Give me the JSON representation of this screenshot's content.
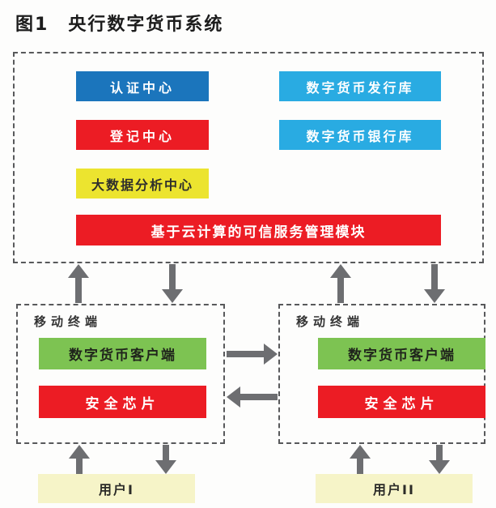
{
  "title": {
    "figure_label": "图1",
    "text": "央行数字货币系统"
  },
  "colors": {
    "dark_blue": "#1b75bc",
    "light_blue": "#29abe2",
    "red": "#ec1c24",
    "yellow": "#ece42f",
    "green": "#7dc352",
    "pale_yellow": "#f6f4c8",
    "arrow_gray": "#6d6e71",
    "border_gray": "#58595b"
  },
  "central_system": {
    "auth_center": "认证中心",
    "issuance_repository": "数字货币发行库",
    "registration_center": "登记中心",
    "bank_repository": "数字货币银行库",
    "big_data_center": "大数据分析中心",
    "tsm_module": "基于云计算的可信服务管理模块"
  },
  "terminals": [
    {
      "label": "移动终端",
      "client": "数字货币客户端",
      "chip": "安全芯片"
    },
    {
      "label": "移动终端",
      "client": "数字货币客户端",
      "chip": "安全芯片"
    }
  ],
  "users": [
    {
      "label": "用户I"
    },
    {
      "label": "用户II"
    }
  ]
}
